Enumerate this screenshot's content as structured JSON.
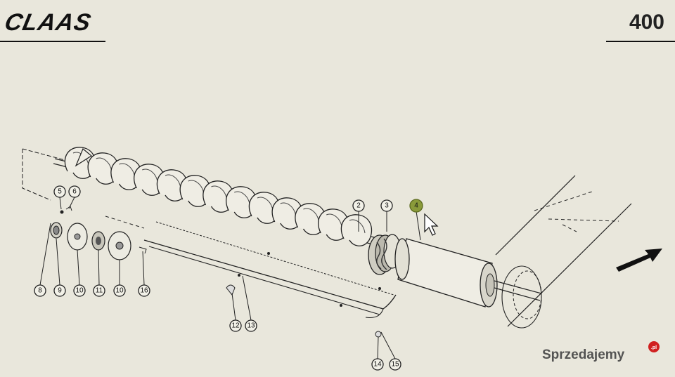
{
  "header": {
    "brand": "CLAAS",
    "page_number": "400"
  },
  "watermark": {
    "text": "Sprzedajemy",
    "suffix": ".pl"
  },
  "callouts": [
    {
      "id": "c2",
      "label": "2"
    },
    {
      "id": "c3",
      "label": "3"
    },
    {
      "id": "c4",
      "label": "4"
    },
    {
      "id": "c5",
      "label": "5"
    },
    {
      "id": "c6",
      "label": "6"
    },
    {
      "id": "c8",
      "label": "8"
    },
    {
      "id": "c9",
      "label": "9"
    },
    {
      "id": "c10a",
      "label": "10"
    },
    {
      "id": "c11",
      "label": "11"
    },
    {
      "id": "c10b",
      "label": "10"
    },
    {
      "id": "c16",
      "label": "16"
    },
    {
      "id": "c12",
      "label": "12"
    },
    {
      "id": "c13",
      "label": "13"
    },
    {
      "id": "c14",
      "label": "14"
    },
    {
      "id": "c15",
      "label": "15"
    }
  ],
  "colors": {
    "background": "#e9e7dc",
    "ink": "#1e1e1e",
    "highlight": "#8a9a3a",
    "watermark_accent": "#d0201f"
  }
}
